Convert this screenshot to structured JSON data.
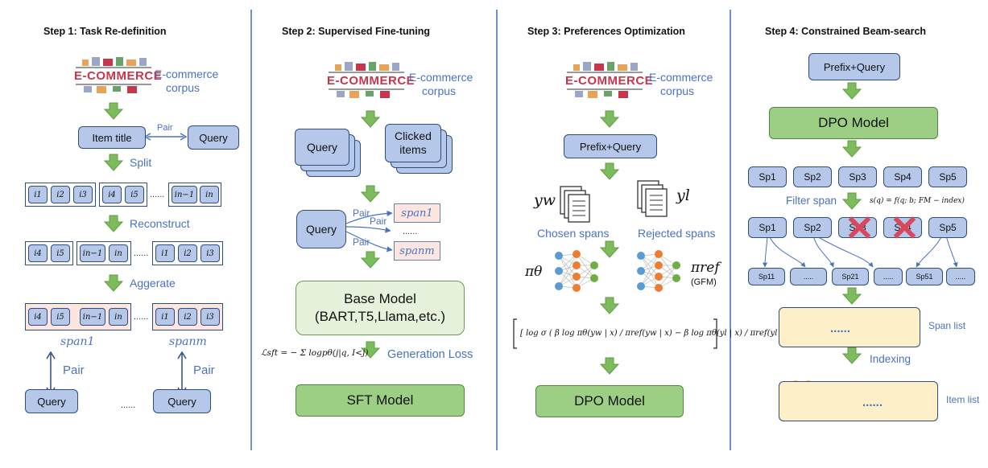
{
  "steps": [
    {
      "title": "Step 1: Task Re-definition"
    },
    {
      "title": "Step 2: Supervised Fine-tuning"
    },
    {
      "title": "Step 3: Preferences Optimization"
    },
    {
      "title": "Step 4: Constrained Beam-search"
    }
  ],
  "logo_text": "E-COMMERCE",
  "corpus_label": [
    "E-commerce",
    "corpus"
  ],
  "step1": {
    "item_title": "Item title",
    "pair": "Pair",
    "query": "Query",
    "split": "Split",
    "reconstruct": "Reconstruct",
    "aggregate": "Aggerate",
    "tokens_row1": [
      "i1",
      "i2",
      "i3",
      "i4",
      "i5",
      "in−1",
      "in"
    ],
    "tokens_row2a": [
      "i4",
      "i5"
    ],
    "tokens_row2b": [
      "in−1",
      "in"
    ],
    "tokens_row2c": [
      "i1",
      "i2",
      "i3"
    ],
    "dots": "......",
    "span1": "span1",
    "spanm": "spanm",
    "pair_left": "Pair",
    "pair_right": "Pair",
    "query_left": "Query",
    "query_right": "Query"
  },
  "step2": {
    "query": "Query",
    "clicked_items": [
      "Clicked",
      "items"
    ],
    "query2": "Query",
    "pair1": "Pair",
    "pair2": "Pair",
    "pair3": "Pair",
    "span1": "span1",
    "spanm": "spanm",
    "dots": "......",
    "base_model": [
      "Base Model",
      "(BART,T5,Llama,etc.)"
    ],
    "loss_formula": "ℒsft = − Σ logpθ(j|q, I<j)",
    "generation_loss": "Generation Loss",
    "sft_model": "SFT Model"
  },
  "step3": {
    "prefix_query": "Prefix+Query",
    "yw": "yw",
    "yl": "yl",
    "chosen": "Chosen spans",
    "rejected": "Rejected spans",
    "pi_theta": "πθ",
    "pi_ref": "πref",
    "gfm": "(GFM)",
    "dpo_formula": "[ log σ ( β log πθ(yw | x) / πref(yw | x) − β log πθ(yl | x) / πref(yl | x) ) ]",
    "dpo_model": "DPO Model"
  },
  "step4": {
    "prefix_query": "Prefix+Query",
    "dpo_model": "DPO Model",
    "spans_row1": [
      "Sp1",
      "Sp2",
      "Sp3",
      "Sp4",
      "Sp5"
    ],
    "filter_span": "Filter span",
    "score_formula": "s(q) = f(q; b; FM − index)",
    "spans_row2": [
      "Sp1",
      "Sp2",
      "Sp3",
      "Sp4",
      "Sp5"
    ],
    "spans_row3": [
      "Sp11",
      ".....",
      "Sp21",
      ".....",
      "Sp51",
      "....."
    ],
    "dots": "......",
    "span_list": "Span list",
    "indexing": "Indexing",
    "item_list": "Item list"
  },
  "colors": {
    "accent_blue": "#4a72c0",
    "box_blue": "#b5c8ea",
    "box_green": "#9ccf84",
    "arrow_green": "#7dbb5c",
    "divider": "#3f6db3",
    "cross_red": "#d9475c"
  }
}
